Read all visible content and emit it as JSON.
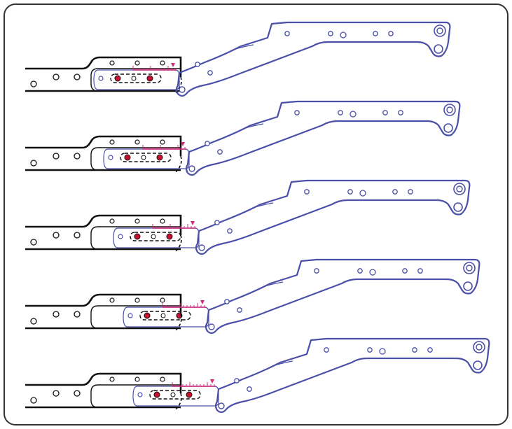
{
  "diagram": {
    "description_free": true,
    "row_count": 5,
    "colors": {
      "frame_stroke": "#333333",
      "base_stroke": "#111111",
      "arm_stroke": "#4b4fa8",
      "hole_stroke": "#555555",
      "red_fill": "#c8102e",
      "ruler": "#d0287a"
    },
    "rows": [
      {
        "slot_state": "retracted"
      },
      {
        "slot_state": "step-1"
      },
      {
        "slot_state": "step-2"
      },
      {
        "slot_state": "step-3"
      },
      {
        "slot_state": "extended"
      }
    ]
  }
}
